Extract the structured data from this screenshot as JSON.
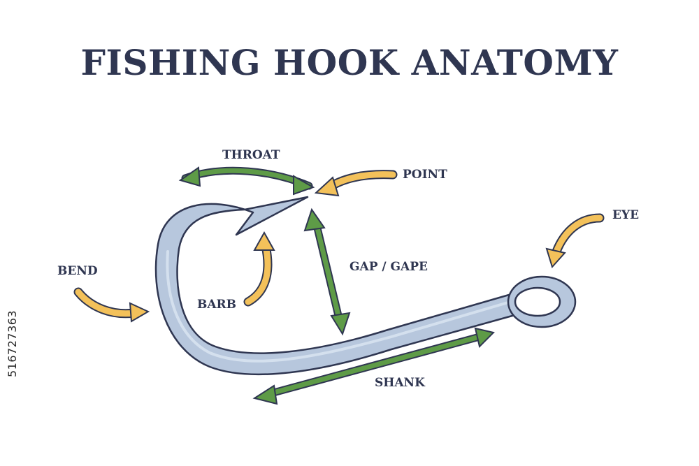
{
  "title": "FISHING HOOK ANATOMY",
  "labels": {
    "throat": "THROAT",
    "point": "POINT",
    "eye": "EYE",
    "bend": "BEND",
    "barb": "BARB",
    "gap": "GAP / GAPE",
    "shank": "SHANK"
  },
  "stock_id": "516727363",
  "colors": {
    "hook_fill": "#b7c7dd",
    "hook_outline": "#2f3651",
    "green_arrow": "#5e9b47",
    "yellow_arrow": "#f3c15a",
    "text": "#2f3651"
  }
}
